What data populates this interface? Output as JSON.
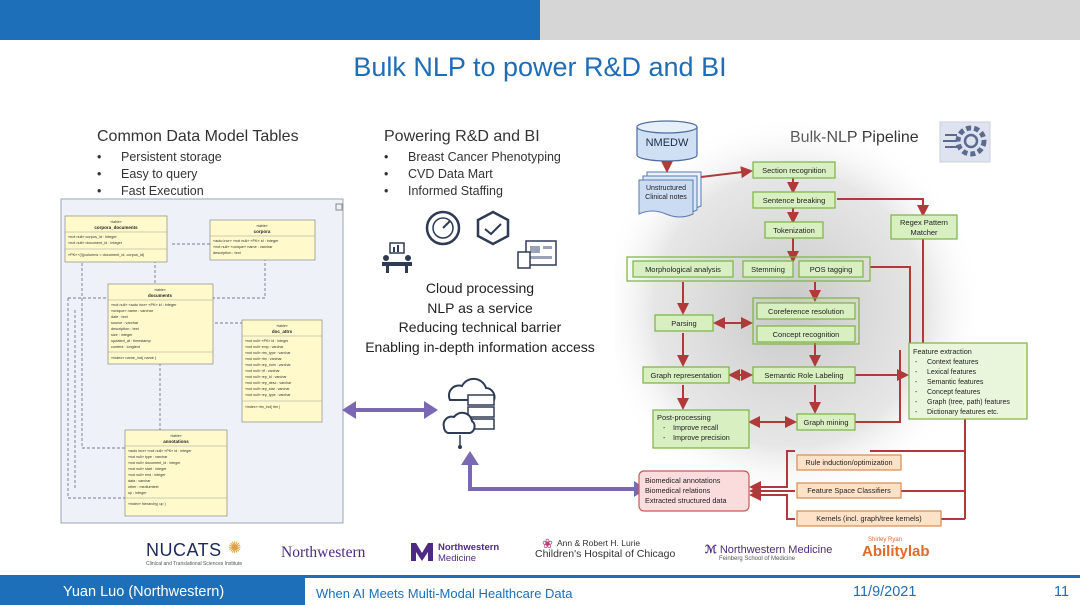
{
  "slide_title": "Bulk NLP to power R&D and BI",
  "cdm": {
    "title": "Common Data Model Tables",
    "bullets": [
      "Persistent storage",
      "Easy to query",
      "Fast Execution"
    ],
    "tables": {
      "corpora_documents": {
        "stereo": "«table»",
        "name": "corpora_documents",
        "rows": [
          "«not null» corpus_id : integer",
          "«not null» document_id : integer"
        ],
        "index": "«PK»+(l)(columns = document_id, corpus_id)"
      },
      "corpora": {
        "stereo": "«table»",
        "name": "corpora",
        "rows": [
          "«auto incr» «not null» «PK» id : integer",
          "«not null» «unique» name : varchar",
          "description : text"
        ]
      },
      "documents": {
        "stereo": "«table»",
        "name": "documents",
        "rows": [
          "«not null» «auto incr» «PK» id : integer",
          "«unique» name : varchar",
          "date : text",
          "source : varchar",
          "description : text",
          "size : integer",
          "updated_at : timestamp",
          "content : longtext"
        ],
        "index": "«index» name_ind( name )"
      },
      "doc_attrs": {
        "stereo": "«table»",
        "name": "doc_attrs",
        "rows": [
          "«not null» «PK» id : integer",
          "«not null» emp : varchar",
          "«not null» rtm_type : varchar",
          "«not null» rtm : varchar",
          "«not null» rep_num : varchar",
          "«not null» rtf : varchar",
          "«not null» rep_id : varchar",
          "«not null» rep_desc : varchar",
          "«not null» rep_stat : varchar",
          "«not null» rep_type : varchar"
        ],
        "index": "«index» rtm_ind( rtm )"
      },
      "annotations": {
        "stereo": "«table»",
        "name": "annotations",
        "rows": [
          "«auto incr» «not null» «PK» id : integer",
          "«not null» type : varchar",
          "«not null» document_id : integer",
          "«not null» start : integer",
          "«not null» end : integer",
          "data : varchar",
          "other : mediumtext",
          "up : integer"
        ],
        "index": "«index» hierarchy( up )"
      }
    }
  },
  "rnd": {
    "title": "Powering R&D and BI",
    "bullets": [
      "Breast Cancer Phenotyping",
      "CVD Data Mart",
      "Informed Staffing"
    ],
    "lines": [
      "Cloud processing",
      "NLP as a service",
      "Reducing technical barrier",
      "Enabling in-depth information access"
    ]
  },
  "pipeline": {
    "title": "Bulk-NLP Pipeline",
    "nmedw": "NMEDW",
    "unstructured": [
      "Unstructured",
      "Clinical notes"
    ],
    "boxes": {
      "section": "Section recognition",
      "sentence": "Sentence breaking",
      "token": "Tokenization",
      "regex": [
        "Regex Pattern",
        "Matcher"
      ],
      "morph": "Morphological analysis",
      "stem": "Stemming",
      "pos": "POS tagging",
      "coref": "Coreference resolution",
      "concept": "Concept recognition",
      "parsing": "Parsing",
      "graphrep": "Graph representation",
      "srl": "Semantic Role Labeling",
      "post": [
        "Post-processing",
        "Improve recall",
        "Improve precision"
      ],
      "mining": "Graph mining",
      "feature": [
        "Feature extraction",
        "Context features",
        "Lexical features",
        "Semantic features",
        "Concept features",
        "Graph (tree, path) features",
        "Dictionary features etc."
      ],
      "biomed": [
        "Biomedical annotations",
        "Biomedical relations",
        "Extracted structured data"
      ],
      "rule": "Rule induction/optimization",
      "fsc": "Feature Space Classifiers",
      "kernels": "Kernels (incl. graph/tree kernels)"
    }
  },
  "logos": {
    "nucats": "NUCATS",
    "nucats_sub": "Clinical and Translational Sciences Institute",
    "northwestern": "Northwestern",
    "nm_top": "Northwestern",
    "nm_bottom": "Medicine",
    "lurie_top": "Ann & Robert H. Lurie",
    "lurie_bottom": "Children's Hospital of Chicago",
    "nm_feinberg": "Northwestern Medicine",
    "feinberg_sub": "Feinberg School of Medicine",
    "ability_top": "Shirley Ryan",
    "ability": "Abilitylab"
  },
  "footer": {
    "author": "Yuan Luo (Northwestern)",
    "talk": "When AI Meets Multi-Modal Healthcare Data",
    "date": "11/9/2021",
    "page": "11"
  },
  "colors": {
    "brand_blue": "#1c6fb8",
    "box_green": "#d8efc2",
    "box_green_border": "#7cb342",
    "box_orange": "#fde2c8",
    "arrow_red": "#b03a3a",
    "arrow_purple": "#7b68b3"
  }
}
